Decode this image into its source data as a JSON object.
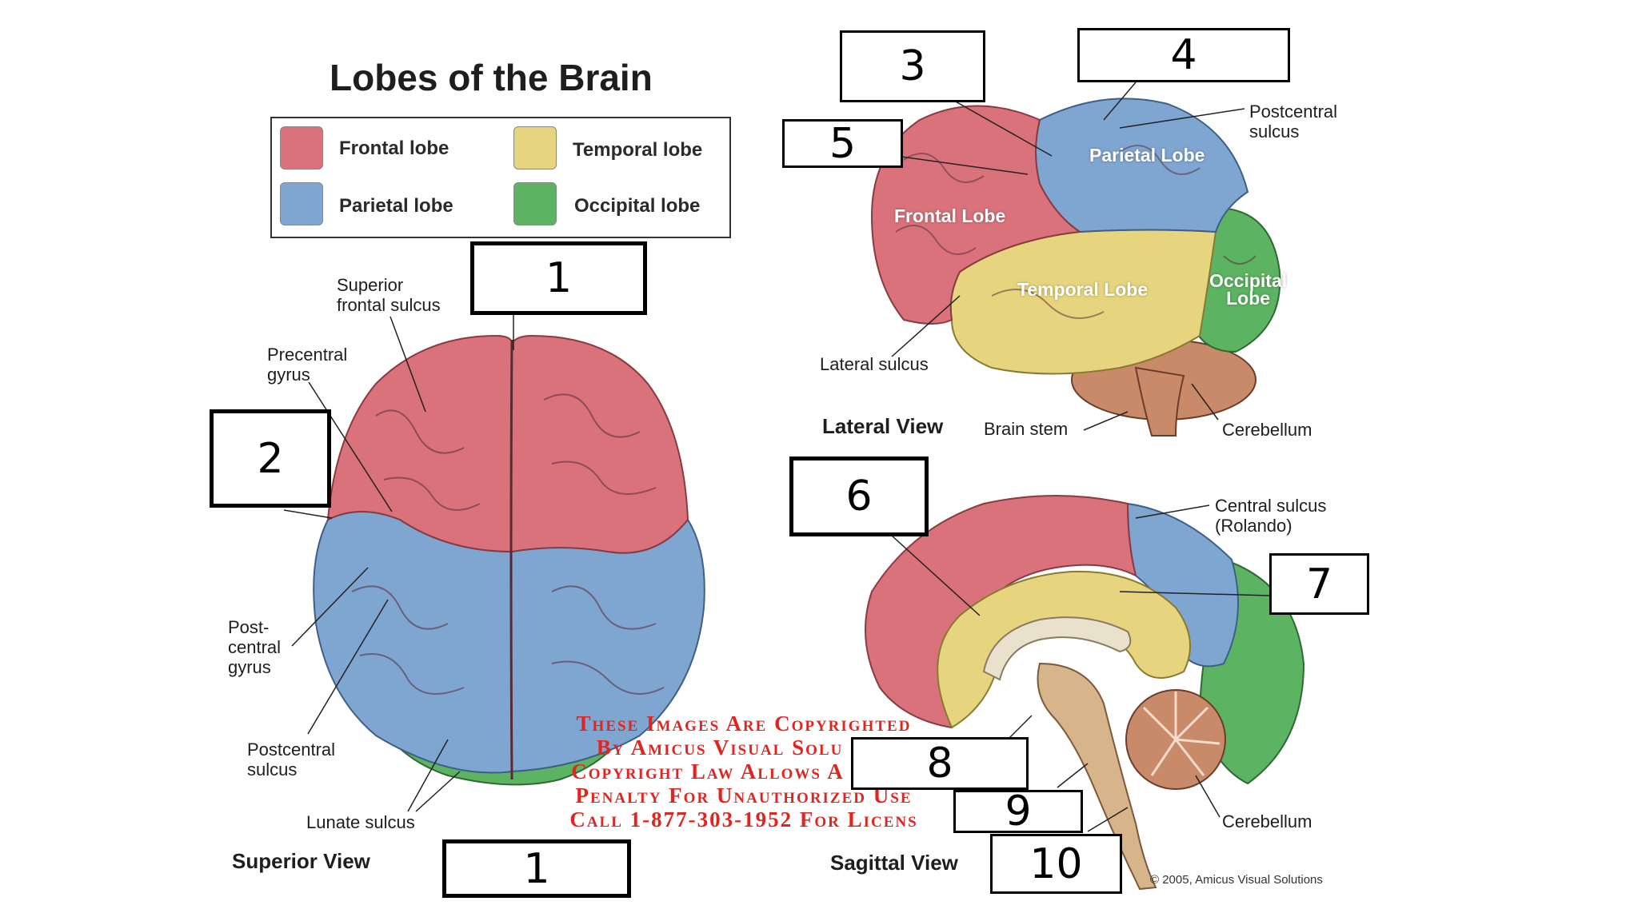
{
  "title": "Lobes of the Brain",
  "legend": [
    {
      "label": "Frontal lobe",
      "color": "#d9727a"
    },
    {
      "label": "Temporal lobe",
      "color": "#e6d57e"
    },
    {
      "label": "Parietal lobe",
      "color": "#7fa5d1"
    },
    {
      "label": "Occipital lobe",
      "color": "#5cb462"
    }
  ],
  "boxes": [
    "1",
    "2",
    "3",
    "4",
    "5",
    "6",
    "7",
    "8",
    "9",
    "10",
    "1"
  ],
  "superior_view": {
    "view_label": "Superior View",
    "labels": {
      "superior_frontal_sulcus": "Superior\nfrontal sulcus",
      "precentral_gyrus": "Precentral\ngyrus",
      "postcentral_gyrus": "Post-\ncentral\ngyrus",
      "postcentral_sulcus": "Postcentral\nsulcus",
      "lunate_sulcus": "Lunate sulcus"
    }
  },
  "lateral_view": {
    "view_label": "Lateral View",
    "labels": {
      "postcentral_sulcus": "Postcentral\nsulcus",
      "lateral_sulcus": "Lateral sulcus",
      "brain_stem": "Brain stem",
      "cerebellum": "Cerebellum"
    },
    "lobe_labels": {
      "parietal": "Parietal Lobe",
      "frontal": "Frontal Lobe",
      "temporal": "Temporal Lobe",
      "occipital": "Occipital\nLobe"
    }
  },
  "sagittal_view": {
    "view_label": "Sagittal View",
    "labels": {
      "central_sulcus": "Central sulcus\n(Rolando)",
      "cerebellum": "Cerebellum"
    }
  },
  "watermark": [
    "These Images Are Copyrighted",
    "By Amicus Visual Solu",
    "Copyright Law Allows A",
    "Penalty For Unauthorized Use",
    "Call 1-877-303-1952 For Licens"
  ],
  "copyright": "© 2005, Amicus Visual Solutions",
  "colors": {
    "frontal": "#d9727a",
    "parietal": "#7fa5d1",
    "temporal": "#e6d57e",
    "occipital": "#5cb462",
    "stem": "#d8b48a",
    "cerebellum": "#c98a6a"
  }
}
